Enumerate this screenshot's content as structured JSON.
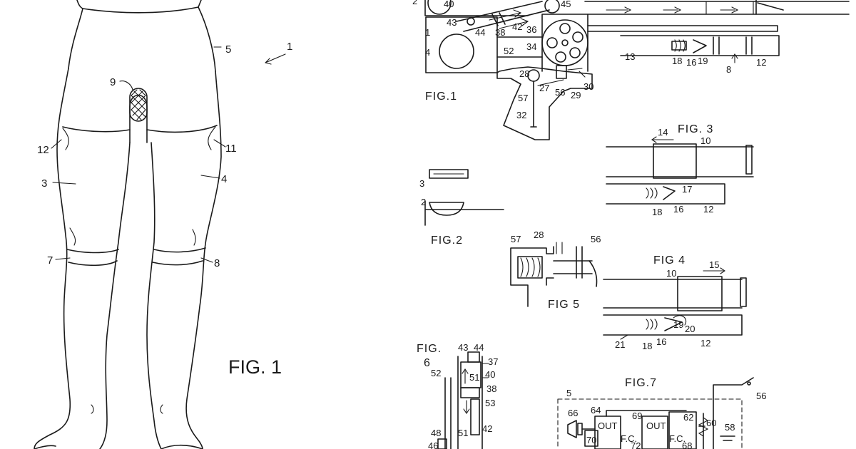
{
  "left_figure": {
    "caption": "FIG. 1",
    "refs": {
      "r1": "1",
      "r3": "3",
      "r4": "4",
      "r5": "5",
      "r7": "7",
      "r8": "8",
      "r9": "9",
      "r11": "11",
      "r12": "12"
    }
  },
  "right_sheet": {
    "fig1": {
      "caption": "FIG.1",
      "refs": {
        "r2": "2",
        "r1": "1",
        "r4": "4",
        "r40": "40",
        "r43": "43",
        "r44": "44",
        "r38": "38",
        "r42": "42",
        "r45": "45",
        "r36": "36",
        "r34": "34",
        "r52": "52",
        "r28": "28",
        "r57": "57",
        "r27": "27",
        "r56": "56",
        "r29": "29",
        "r30": "30",
        "r32": "32",
        "r13": "13",
        "r18": "18",
        "r16": "16",
        "r19": "19",
        "r8": "8",
        "r12": "12"
      }
    },
    "fig2": {
      "caption": "FIG.2",
      "refs": {
        "r3": "3",
        "r2": "2"
      }
    },
    "fig3": {
      "caption": "FIG. 3",
      "refs": {
        "r14": "14",
        "r10": "10",
        "r17": "17",
        "r18": "18",
        "r16": "16",
        "r12": "12"
      }
    },
    "fig4": {
      "caption": "FIG 4",
      "refs": {
        "r15": "15",
        "r10": "10",
        "r19": "19",
        "r20": "20",
        "r21": "21",
        "r18": "18",
        "r16": "16",
        "r12": "12"
      }
    },
    "fig5": {
      "caption": "FIG 5",
      "refs": {
        "r57": "57",
        "r28": "28",
        "r56": "56"
      }
    },
    "fig6": {
      "caption_line1": "FIG.",
      "caption_line2": "6",
      "refs": {
        "r43": "43",
        "r44": "44",
        "r37": "37",
        "r52": "52",
        "r51": "51",
        "r40": "40",
        "r38": "38",
        "r53": "53",
        "r42": "42",
        "r48": "48",
        "r46": "46",
        "r51b": "51"
      }
    },
    "fig7": {
      "caption": "FIG.7",
      "refs": {
        "r5": "5",
        "r56": "56",
        "r66": "66",
        "r64": "64",
        "r69": "69",
        "r62": "62",
        "r60": "60",
        "r58": "58",
        "r70": "70",
        "r72": "72",
        "r68": "68"
      },
      "chip_labels": {
        "out1": "OUT",
        "out2": "OUT",
        "fc1": "F.C.",
        "fc2": "F.C."
      }
    }
  }
}
